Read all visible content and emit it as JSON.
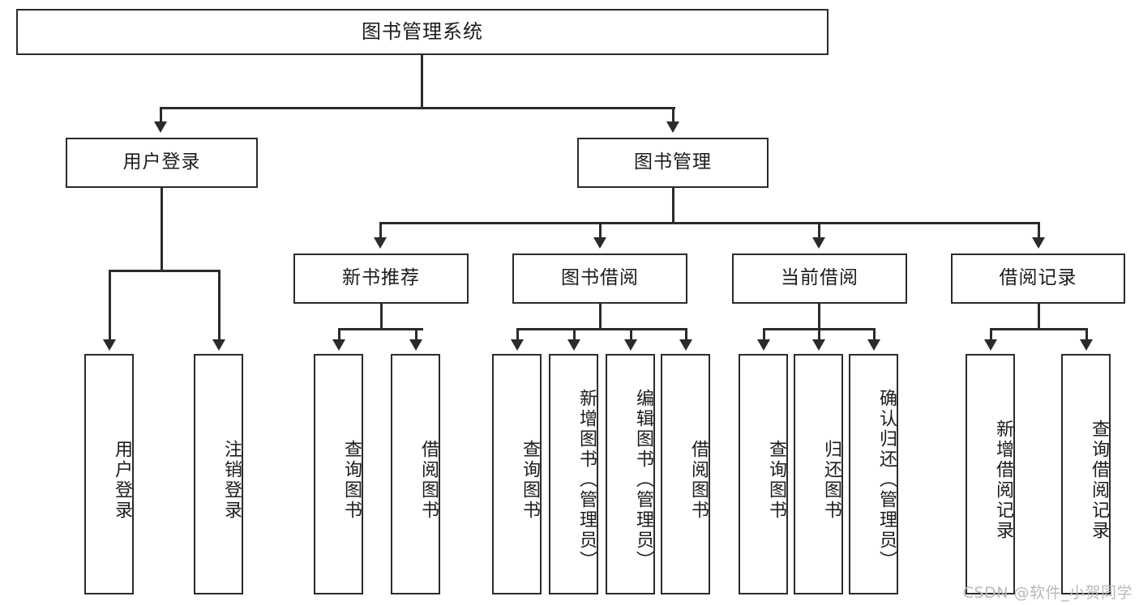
{
  "diagram": {
    "title": "图书管理系统",
    "type": "tree-hierarchy-chart",
    "root": {
      "label": "图书管理系统"
    },
    "level2": [
      {
        "label": "用户登录"
      },
      {
        "label": "图书管理"
      }
    ],
    "level3": [
      {
        "label": "新书推荐"
      },
      {
        "label": "图书借阅"
      },
      {
        "label": "当前借阅"
      },
      {
        "label": "借阅记录"
      }
    ],
    "leaves": {
      "user_login": [
        {
          "label": "用户登录"
        },
        {
          "label": "注销登录"
        }
      ],
      "new_book_recommend": [
        {
          "label": "查询图书"
        },
        {
          "label": "借阅图书"
        }
      ],
      "book_borrow": [
        {
          "label": "查询图书"
        },
        {
          "label": "新增图书（管理员）"
        },
        {
          "label": "编辑图书（管理员）"
        },
        {
          "label": "借阅图书"
        }
      ],
      "current_borrow": [
        {
          "label": "查询图书"
        },
        {
          "label": "归还图书"
        },
        {
          "label": "确认归还（管理员）"
        }
      ],
      "borrow_record": [
        {
          "label": "新增借阅记录"
        },
        {
          "label": "查询借阅记录"
        }
      ]
    }
  },
  "watermark": {
    "text": "CSDN @软件_小贺同学"
  },
  "colors": {
    "stroke": "#2b2b2b",
    "text": "#1c1c1c",
    "background": "#ffffff",
    "watermark": "#b9b9b9"
  }
}
